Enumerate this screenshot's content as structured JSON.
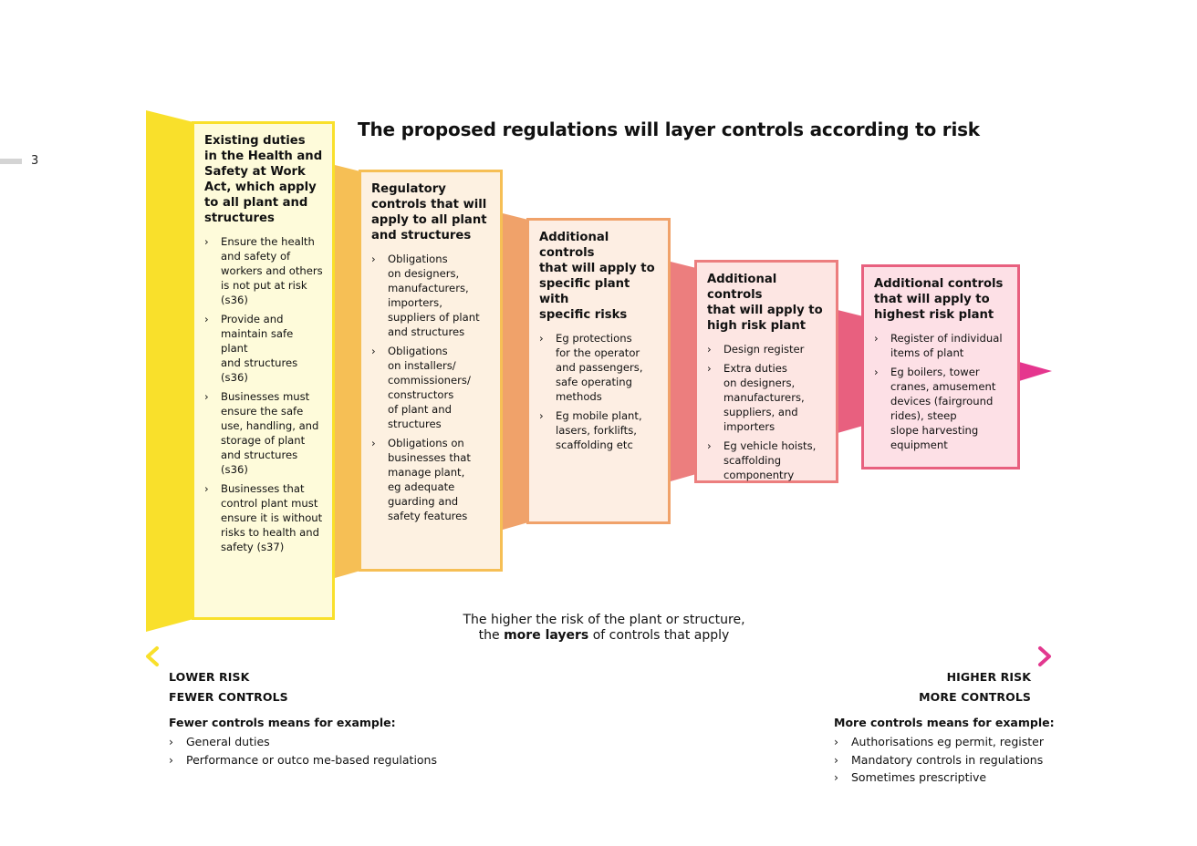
{
  "page_number": "3",
  "title": "The proposed regulations will layer controls according to risk",
  "colors": {
    "yellow": "#f9e02b",
    "light_orange": "#f6bf55",
    "orange": "#f0a26a",
    "salmon": "#ec7e7e",
    "pink": "#e8607f",
    "magenta": "#e5368e"
  },
  "bullet_glyph": "›",
  "panels": [
    {
      "heading": "Existing duties\nin the Health and\nSafety at Work\nAct, which apply\nto all plant and\nstructures",
      "items": [
        "Ensure the health\nand safety of\nworkers and others\nis not put at risk\n(s36)",
        "Provide and\nmaintain safe plant\nand structures\n(s36)",
        "Businesses must\nensure the safe\nuse, handling, and\nstorage of plant\nand structures\n(s36)",
        "Businesses that\ncontrol plant must\nensure it is without\nrisks to health and\nsafety (s37)"
      ]
    },
    {
      "heading": "Regulatory\ncontrols that will\napply to all plant\nand structures",
      "items": [
        "Obligations\non designers,\nmanufacturers,\nimporters,\nsuppliers of plant\nand structures",
        "Obligations\non installers/\ncommissioners/\nconstructors\nof plant and\nstructures",
        "Obligations on\nbusinesses that\nmanage plant,\neg adequate\nguarding and\nsafety features"
      ]
    },
    {
      "heading": "Additional controls\nthat will apply to\nspecific plant with\nspecific risks",
      "items": [
        "Eg protections\nfor the operator\nand passengers,\nsafe operating\nmethods",
        "Eg mobile plant,\nlasers, forklifts,\nscaffolding etc"
      ]
    },
    {
      "heading": "Additional controls\nthat will apply to\nhigh risk plant",
      "items": [
        "Design register",
        "Extra duties\non designers,\nmanufacturers,\nsuppliers, and\nimporters",
        "Eg vehicle hoists,\nscaffolding\ncomponentry"
      ]
    },
    {
      "heading": "Additional controls\nthat will apply to\nhighest risk plant",
      "items": [
        "Register of individual\nitems of plant",
        "Eg boilers, tower\ncranes, amusement\ndevices (fairground\nrides), steep\nslope harvesting\nequipment"
      ]
    }
  ],
  "caption": {
    "line1": "The higher the risk of the plant or structure,",
    "line2_pre": "the ",
    "line2_bold": "more layers",
    "line2_post": " of controls that apply"
  },
  "left_scale": {
    "risk": "LOWER RISK",
    "controls": "FEWER CONTROLS",
    "examples_heading": "Fewer controls means for example:",
    "examples": [
      "General duties",
      "Performance or outco me-based regulations"
    ]
  },
  "right_scale": {
    "risk": "HIGHER RISK",
    "controls": "MORE CONTROLS",
    "examples_heading": "More controls means for example:",
    "examples": [
      "Authorisations eg permit, register",
      "Mandatory controls in regulations",
      "Sometimes prescriptive"
    ]
  }
}
